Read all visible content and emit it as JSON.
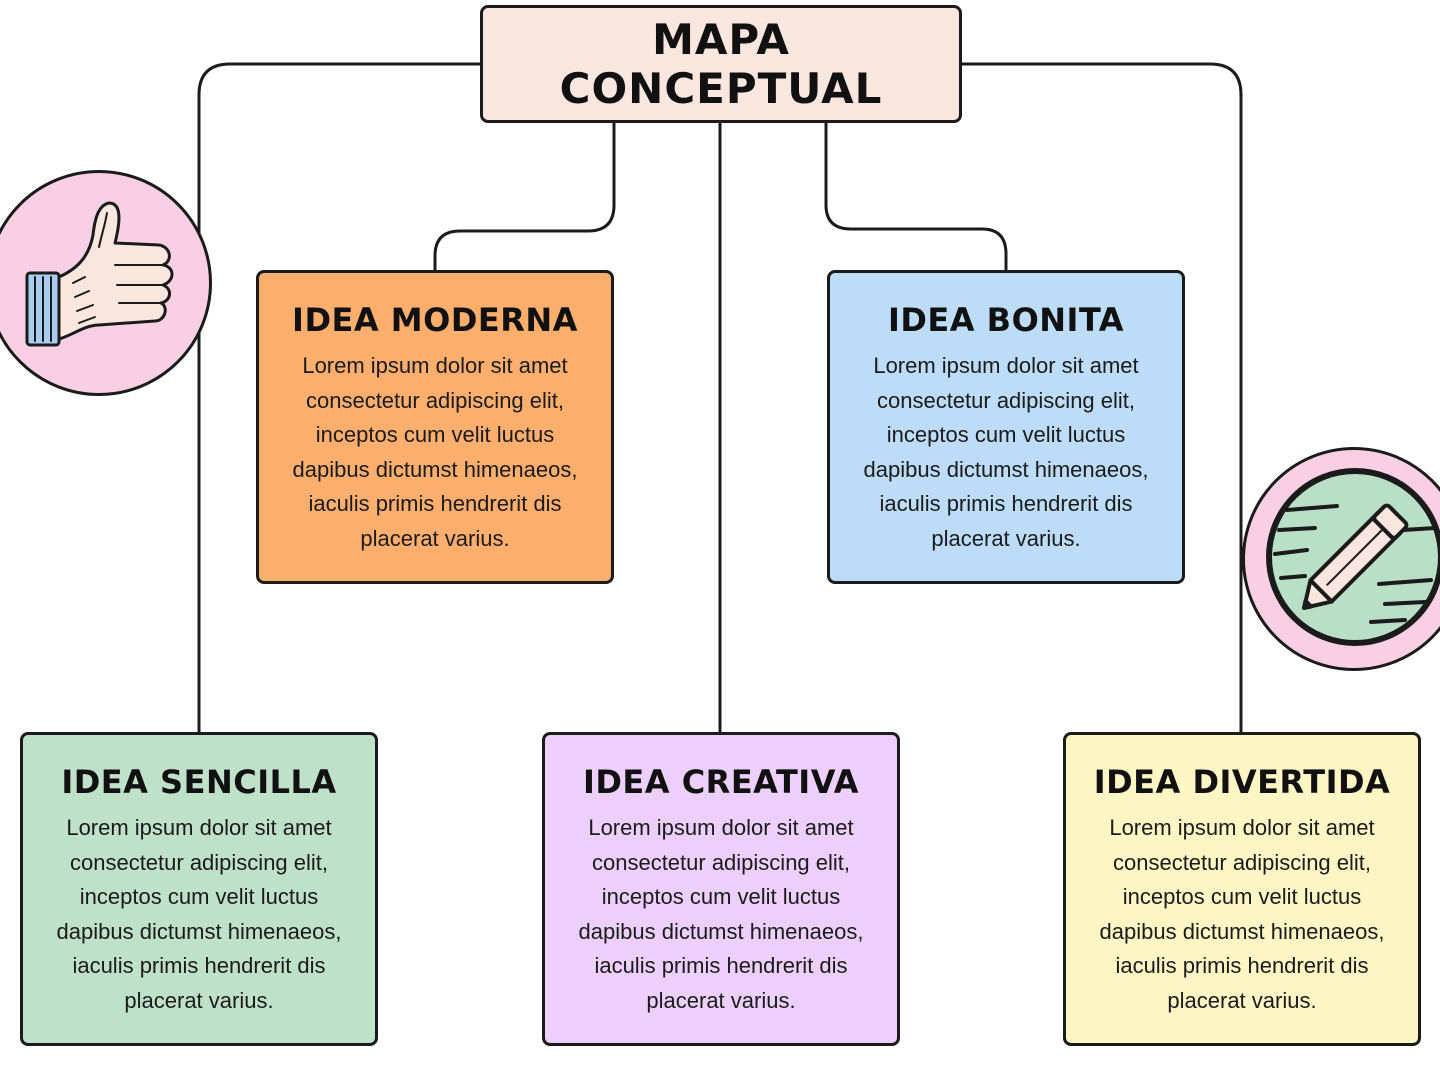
{
  "title": "MAPA CONCEPTUAL",
  "colors": {
    "title_bg": "#f9e7df",
    "moderna": "#fcae6c",
    "bonita": "#bcdcf8",
    "sencilla": "#bfe1c9",
    "creativa": "#edcffb",
    "divertida": "#fdf5c4",
    "icon_circle": "#f9cfe3",
    "icon_inner": "#b9dfc6"
  },
  "ideas": {
    "moderna": {
      "title": "IDEA MODERNA",
      "text": "Lorem ipsum dolor sit amet consectetur adipiscing elit, inceptos cum velit luctus dapibus dictumst himenaeos, iaculis primis hendrerit dis placerat varius."
    },
    "bonita": {
      "title": "IDEA BONITA",
      "text": "Lorem ipsum dolor sit amet consectetur adipiscing elit, inceptos cum velit luctus dapibus dictumst himenaeos, iaculis primis hendrerit dis placerat varius."
    },
    "sencilla": {
      "title": "IDEA SENCILLA",
      "text": "Lorem ipsum dolor sit amet consectetur adipiscing elit, inceptos cum velit luctus dapibus dictumst himenaeos, iaculis primis hendrerit dis placerat varius."
    },
    "creativa": {
      "title": "IDEA CREATIVA",
      "text": "Lorem ipsum dolor sit amet consectetur adipiscing elit, inceptos cum velit luctus dapibus dictumst himenaeos, iaculis primis hendrerit dis placerat varius."
    },
    "divertida": {
      "title": "IDEA DIVERTIDA",
      "text": "Lorem ipsum dolor sit amet consectetur adipiscing elit, inceptos cum velit luctus dapibus dictumst himenaeos, iaculis primis hendrerit dis placerat varius."
    }
  },
  "icons": [
    "thumbs-up-icon",
    "pencil-icon"
  ]
}
